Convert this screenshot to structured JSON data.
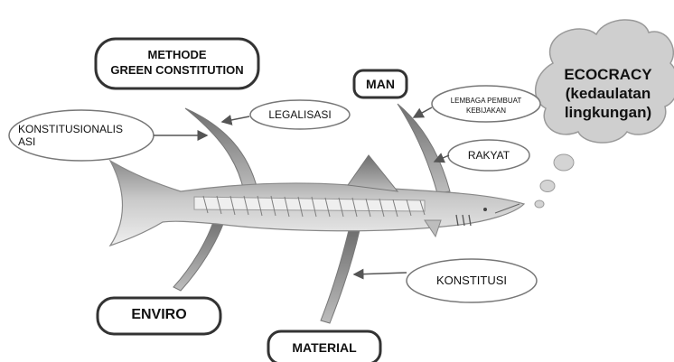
{
  "diagram": {
    "nodes": {
      "methode_line1": "METHODE",
      "methode_line2": "GREEN CONSTITUTION",
      "man": "MAN",
      "enviro": "ENVIRO",
      "material": "MATERIAL",
      "legalisasi": "LEGALISASI",
      "konstitusionalis_line1": "KONSTITUSIONALIS",
      "konstitusionalis_line2": "ASI",
      "lembaga_line1": "LEMBAGA PEMBUAT",
      "lembaga_line2": "KEBIJAKAN",
      "rakyat": "RAKYAT",
      "konstitusi": "KONSTITUSI",
      "ecocracy_line1": "ECOCRACY",
      "ecocracy_line2": "(kedaulatan",
      "ecocracy_line3": "lingkungan)"
    }
  }
}
